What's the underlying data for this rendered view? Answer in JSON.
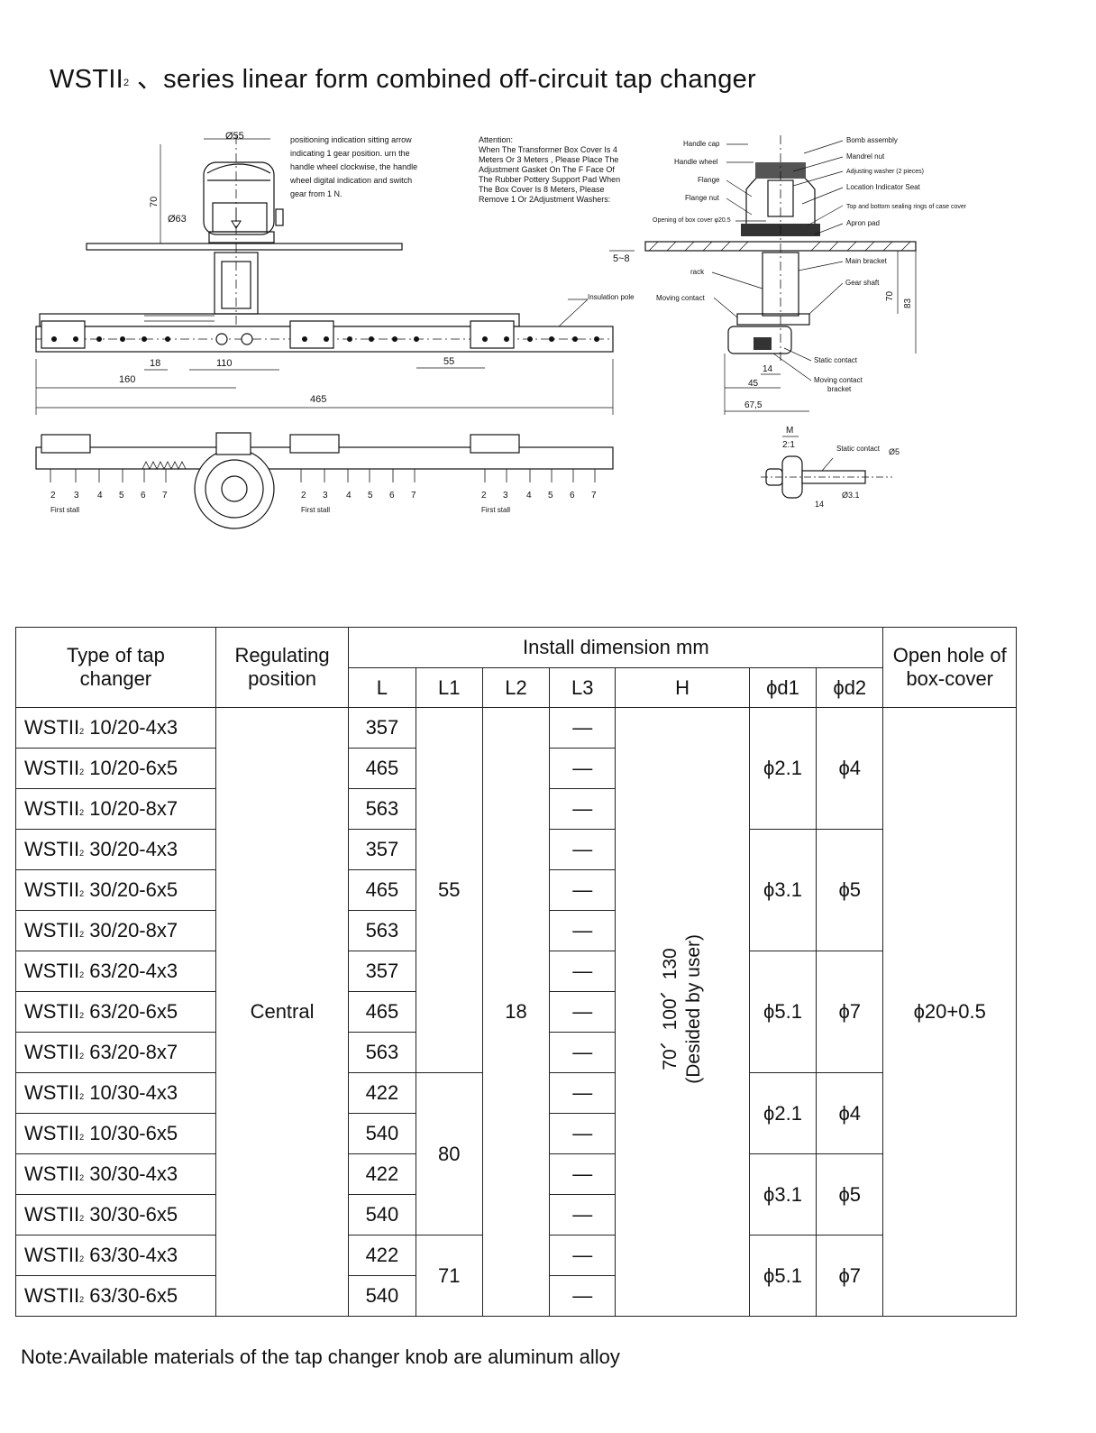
{
  "title": {
    "main": "WSTII",
    "sub": "2",
    "rest": " 、series linear form combined off-circuit tap changer"
  },
  "drawing": {
    "front": {
      "dims": {
        "d55": "Ø55",
        "d63": "Ø63",
        "h70": "70",
        "p18": "18",
        "p110": "110",
        "p160": "160",
        "p55": "55",
        "p465": "465",
        "gap": "5~8"
      },
      "notes": [
        "positioning indication sitting arrow",
        "indicating 1 gear position. urn the",
        "handle wheel clockwise, the handle",
        "wheel digital indication and switch",
        "gear from 1 N."
      ],
      "insulation_pole": "Insulation pole"
    },
    "attention": [
      "Attention:",
      "When The Transformer Box Cover Is 4",
      "Meters Or 3 Meters , Please Place The",
      "Adjustment Gasket On The F Face Of",
      "The Rubber Pottery Support Pad When",
      "The Box Cover Is 8 Meters, Please",
      "Remove 1 Or 2Adjustment Washers:"
    ],
    "section": {
      "labels_left": [
        "Handle cap",
        "Handle wheel",
        "Flange",
        "Flange nut",
        "Opening of box cover φ20.5",
        "rack",
        "Moving contact"
      ],
      "labels_right": [
        "Bomb assembly",
        "Mandrel nut",
        "Adjusting washer (2 pieces)",
        "Location Indicator Seat",
        "Top and bottom sealing rings of case cover",
        "Apron pad",
        "Main bracket",
        "Gear shaft",
        "Static contact",
        "Moving contact",
        "bracket"
      ],
      "dims": {
        "d70": "70",
        "d83": "83",
        "d14": "14",
        "d45": "45",
        "d675": "67,5"
      }
    },
    "bottom": {
      "positions": [
        "2",
        "3",
        "4",
        "5",
        "6",
        "7"
      ],
      "first_stall": "First stall"
    },
    "detail": {
      "scale_m": "M",
      "scale_ratio": "2:1",
      "static_contact": "Static contact",
      "d5": "Ø5",
      "d31": "Ø3.1",
      "d14": "14"
    }
  },
  "table": {
    "headers": {
      "type": [
        "Type of tap",
        "changer"
      ],
      "regulating": [
        "Regulating",
        "position"
      ],
      "install": "Install dimension  mm",
      "L": "L",
      "L1": "L1",
      "L2": "L2",
      "L3": "L3",
      "H": "H",
      "d1": "ϕd1",
      "d2": "ϕd2",
      "open_hole": [
        "Open hole of",
        "box-cover"
      ]
    },
    "rows": [
      {
        "model": "10/20-4x3",
        "L": "357",
        "L3": "—"
      },
      {
        "model": "10/20-6x5",
        "L": "465",
        "L3": "—"
      },
      {
        "model": "10/20-8x7",
        "L": "563",
        "L3": "—"
      },
      {
        "model": "30/20-4x3",
        "L": "357",
        "L3": "—"
      },
      {
        "model": "30/20-6x5",
        "L": "465",
        "L3": "—"
      },
      {
        "model": "30/20-8x7",
        "L": "563",
        "L3": "—"
      },
      {
        "model": "63/20-4x3",
        "L": "357",
        "L3": "—"
      },
      {
        "model": "63/20-6x5",
        "L": "465",
        "L3": "—"
      },
      {
        "model": "63/20-8x7",
        "L": "563",
        "L3": "—"
      },
      {
        "model": "10/30-4x3",
        "L": "422",
        "L3": "—"
      },
      {
        "model": "10/30-6x5",
        "L": "540",
        "L3": "—"
      },
      {
        "model": "30/30-4x3",
        "L": "422",
        "L3": "—"
      },
      {
        "model": "30/30-6x5",
        "L": "540",
        "L3": "—"
      },
      {
        "model": "63/30-4x3",
        "L": "422",
        "L3": "—"
      },
      {
        "model": "63/30-6x5",
        "L": "540",
        "L3": "—"
      }
    ],
    "model_prefix": "WSTII",
    "model_sub": "2",
    "regulating": "Central",
    "L1": [
      "55",
      "80",
      "71"
    ],
    "L2": "18",
    "H": [
      "70、100、130",
      "(Desided by user)"
    ],
    "d1": [
      "ϕ2.1",
      "ϕ3.1",
      "ϕ5.1",
      "ϕ2.1",
      "ϕ3.1",
      "ϕ5.1"
    ],
    "d2": [
      "ϕ4",
      "ϕ5",
      "ϕ7",
      "ϕ4",
      "ϕ5",
      "ϕ7"
    ],
    "open_hole": "ϕ20+0.5"
  },
  "note": "Note:Available materials of the tap changer knob are aluminum alloy"
}
